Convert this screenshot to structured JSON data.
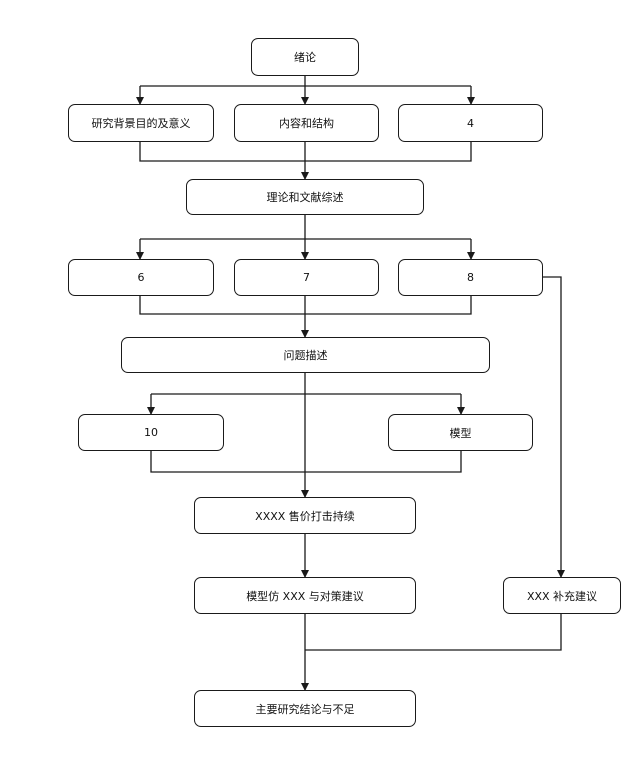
{
  "nodes": {
    "intro": "绪论",
    "background": "研究背景目的及意义",
    "content_structure": "内容和结构",
    "box4": "4",
    "theory_review": "理论和文献综述",
    "box6": "6",
    "box7": "7",
    "box8": "8",
    "problem": "问题描述",
    "box10": "10",
    "model": "模型",
    "xxxx_strike": "XXXX 售价打击持续",
    "model_simulation": "模型仿 XXX 与对策建议",
    "xxx_supplement": "XXX 补充建议",
    "conclusion": "主要研究结论与不足"
  },
  "colors": {
    "line": "#1a1a1a",
    "border": "#1a1a1a",
    "background": "#ffffff"
  }
}
